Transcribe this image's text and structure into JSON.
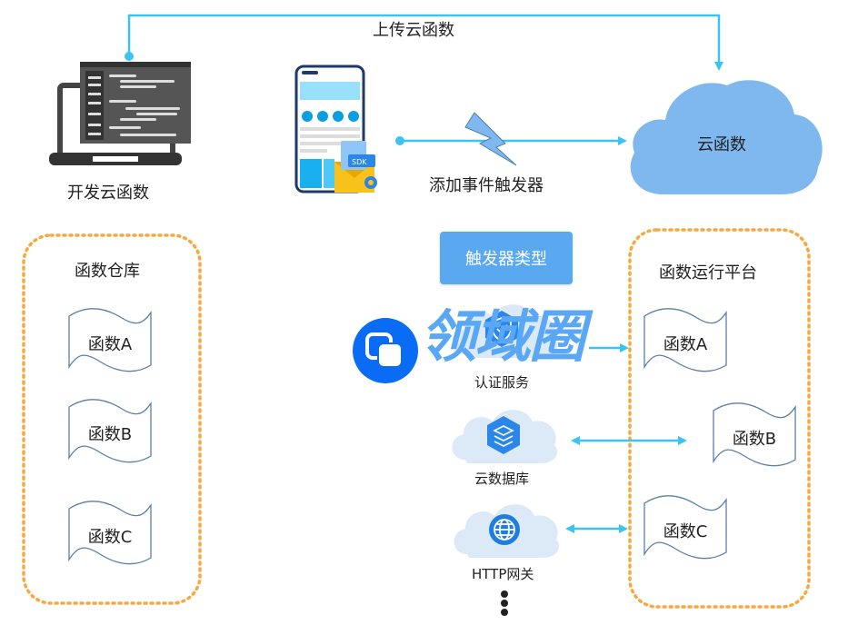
{
  "top_flow": {
    "upload_label": "上传云函数"
  },
  "developer": {
    "label": "开发云函数",
    "icon": "laptop-code-icon"
  },
  "client": {
    "icon": "phone-sdk-icon",
    "sdk_badge": "SDK"
  },
  "trigger": {
    "label": "添加事件触发器",
    "icon": "lightning-icon"
  },
  "cloud": {
    "label": "云函数"
  },
  "repository": {
    "title": "函数仓库",
    "functions": [
      "函数A",
      "函数B",
      "函数C"
    ]
  },
  "runtime": {
    "title": "函数运行平台",
    "functions": [
      "函数A",
      "函数B",
      "函数C"
    ]
  },
  "trigger_types": {
    "button_label": "触发器类型",
    "items": [
      {
        "label": "认证服务",
        "icon": "shield-check-icon"
      },
      {
        "label": "云数据库",
        "icon": "database-stack-icon"
      },
      {
        "label": "HTTP网关",
        "icon": "globe-icon"
      }
    ],
    "more": "more-dots-icon"
  },
  "colors": {
    "arrow": "#3cc3f5",
    "dotted_border": "#f7a940",
    "cloud": "#7fb8ee",
    "button": "#5aa9f0",
    "light_cloud": "#dce9f7",
    "icon_blue": "#2a86e8"
  },
  "watermark": {
    "text": "领域圈"
  }
}
